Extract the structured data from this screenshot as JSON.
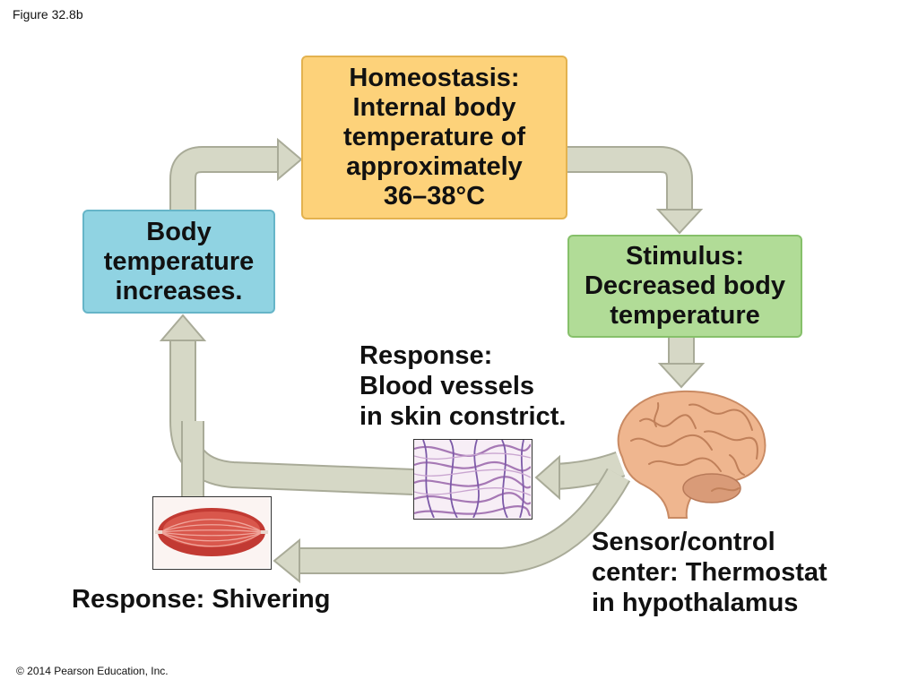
{
  "figure_label": "Figure 32.8b",
  "copyright": "© 2014 Pearson Education, Inc.",
  "homeostasis": {
    "lines": [
      "Homeostasis:",
      "Internal body",
      "temperature of",
      "approximately",
      "36–38°C"
    ]
  },
  "increase": {
    "lines": [
      "Body",
      "temperature",
      "increases."
    ]
  },
  "stimulus": {
    "lines": [
      "Stimulus:",
      "Decreased body",
      "temperature"
    ]
  },
  "response_vessels": {
    "lines": [
      "Response:",
      "Blood vessels",
      "in skin constrict."
    ]
  },
  "sensor": {
    "lines": [
      "Sensor/control",
      "center: Thermostat",
      "in hypothalamus"
    ]
  },
  "response_shiver": "Response: Shivering",
  "colors": {
    "homeostasis_box": "#fdd27a",
    "increase_box": "#90d3e2",
    "stimulus_box": "#b1dc97",
    "arrow_fill": "#d6d8c6",
    "arrow_stroke": "#a9ab98"
  },
  "icons": {
    "vessels_image": "blood-vessels-image",
    "muscle_image": "muscle-image",
    "brain_image": "brain-image"
  }
}
